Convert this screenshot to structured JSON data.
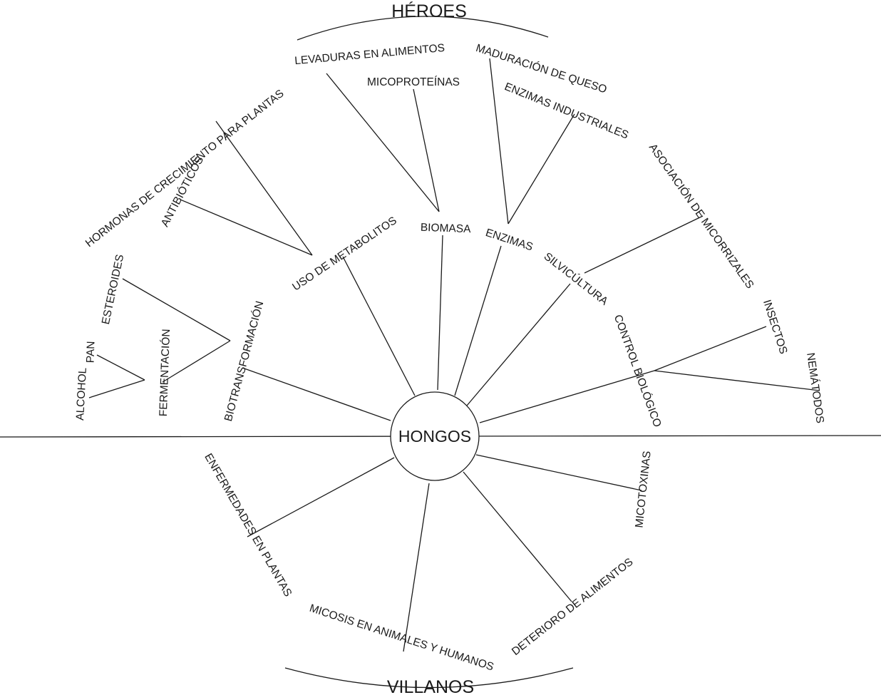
{
  "center_label": "HONGOS",
  "heroes_title": "HÉROES",
  "villains_title": "VILLANOS",
  "heroes": {
    "biotransformacion": {
      "label": "BIOTRANSFORMACIÓN",
      "fermentacion": "FERMENTACIÓN",
      "alcohol": "ALCOHOL",
      "pan": "PAN",
      "esteroides": "ESTEROIDES"
    },
    "uso_metabolitos": {
      "label": "USO DE METABOLITOS",
      "antibioticos": "ANTIBIÓTICOS",
      "hormonas": "HORMONAS DE CRECIMIENTO PARA PLANTAS"
    },
    "biomasa": {
      "label": "BIOMASA",
      "levaduras": "LEVADURAS EN ALIMENTOS",
      "micoproteinas": "MICOPROTEÍNAS"
    },
    "enzimas": {
      "label": "ENZIMAS",
      "maduracion": "MADURACIÓN DE QUESO",
      "industriales": "ENZIMAS INDUSTRIALES"
    },
    "silvicultura": {
      "label": "SILVICÚLTURA",
      "micorrizales": "ASOCIACIÓN DE MICORRIZALES"
    },
    "control_biologico": {
      "label": "CONTROL BIOLÓGICO",
      "insectos": "INSECTOS",
      "nematodos": "NEMÁTODOS"
    }
  },
  "villains": {
    "enfermedades": "ENFERMEDADES EN PLANTAS",
    "micosis": "MICOSIS EN ANIMALES Y HUMANOS",
    "deterioro": "DETERIORO DE ALIMENTOS",
    "micotoxinas": "MICOTOXINAS"
  }
}
